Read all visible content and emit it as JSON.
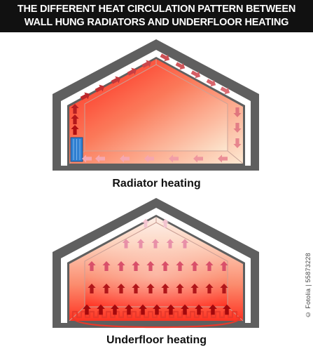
{
  "title": {
    "line1": "THE DIFFERENT HEAT CIRCULATION PATTERN BETWEEN",
    "line2": "WALL HUNG RADIATORS AND UNDERFLOOR HEATING"
  },
  "diagrams": [
    {
      "caption": "Radiator heating",
      "icon": "radiator-icon"
    },
    {
      "caption": "Underfloor heating",
      "icon": "underfloor-pipe-icon"
    }
  ],
  "watermark": "© Fotolia | 55873228",
  "colors": {
    "wall": "#5f5f5f",
    "hot": "#ff3a2a",
    "warm": "#fbb59c",
    "cool": "#fdebd6",
    "arrow_hot": "#b00f12",
    "arrow_cool": "#f6a7b0",
    "radiator": "#2f7fd1",
    "pipe": "#e8392b"
  }
}
